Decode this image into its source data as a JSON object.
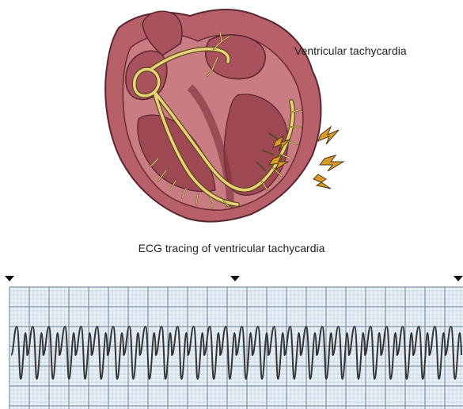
{
  "labels": {
    "condition": "Ventricular tachycardia",
    "ecg_caption": "ECG tracing of ventricular tachycardia"
  },
  "colors": {
    "heart_outer": "#b7606a",
    "heart_inner": "#c97c82",
    "heart_dark": "#8a3a44",
    "chamber": "#a9525d",
    "conduction": "#e9d27a",
    "conduction_stroke": "#5c4a1e",
    "spark": "#d89b2b",
    "grid_bg": "#e8f0f7",
    "grid_major": "#6a7d92",
    "grid_minor": "#b9c8d6",
    "ecg_trace": "#333333"
  },
  "ecg": {
    "beat_count": 28,
    "markers": 3
  }
}
